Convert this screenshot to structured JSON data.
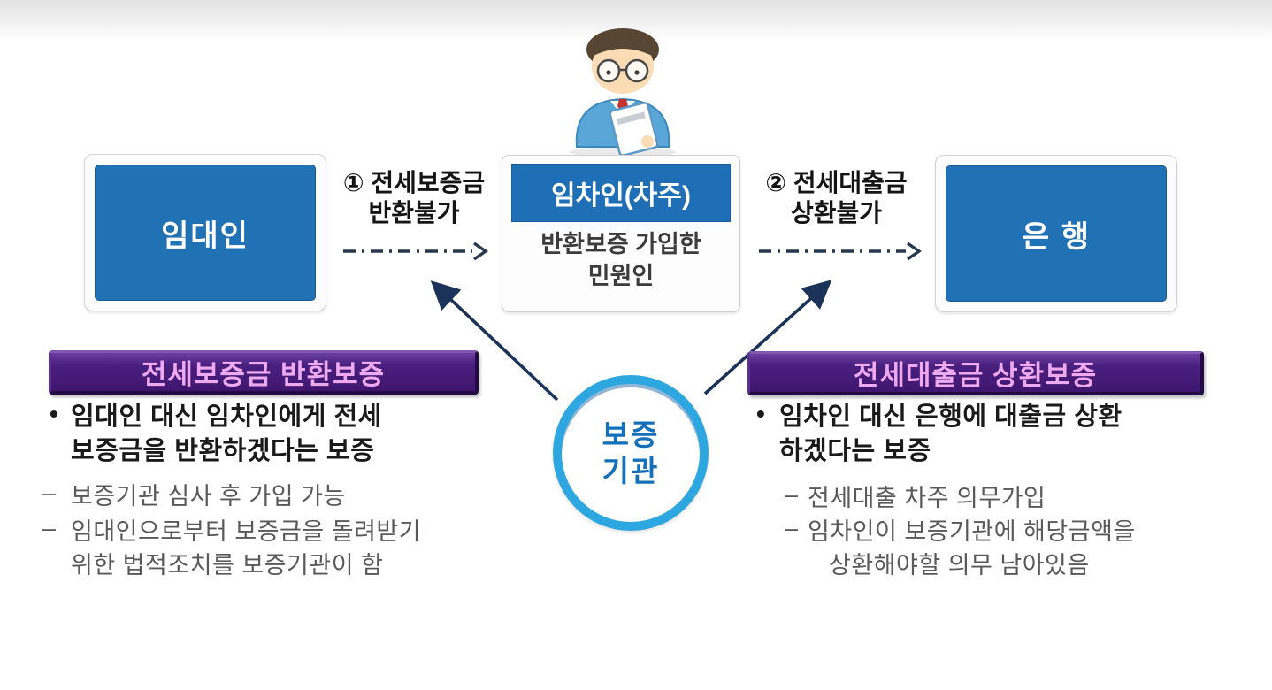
{
  "diagram": {
    "person_icon": "person-with-clipboard",
    "nodes": {
      "landlord": "임대인",
      "tenant_title": "임차인(차주)",
      "tenant_body_line1": "반환보증 가입한",
      "tenant_body_line2": "민원인",
      "bank": "은 행"
    },
    "flows": {
      "flow1_line1": "① 전세보증금",
      "flow1_line2": "반환불가",
      "flow2_line1": "② 전세대출금",
      "flow2_line2": "상환불가"
    },
    "guarantor": {
      "line1": "보증",
      "line2": "기관"
    }
  },
  "panels": {
    "left": {
      "header": "전세보증금 반환보증",
      "bullet": {
        "marker": "•",
        "line1": "임대인 대신 임차인에게 전세",
        "line2": "보증금을 반환하겠다는 보증"
      },
      "items": [
        {
          "marker": "–",
          "line1": "보증기관 심사 후 가입 가능",
          "line2": ""
        },
        {
          "marker": "–",
          "line1": "임대인으로부터 보증금을 돌려받기",
          "line2": "위한 법적조치를 보증기관이 함"
        }
      ]
    },
    "right": {
      "header": "전세대출금 상환보증",
      "bullet": {
        "marker": "•",
        "line1": "임차인 대신 은행에 대출금 상환",
        "line2": "하겠다는 보증"
      },
      "items": [
        {
          "marker": "–",
          "line1": "전세대출 차주 의무가입",
          "line2": ""
        },
        {
          "marker": "–",
          "line1": "임차인이 보증기관에 해당금액을",
          "line2": "상환해야할 의무 남아있음"
        }
      ]
    }
  },
  "colors": {
    "node_blue": "#2171b5",
    "tenant_header_blue": "#1e6fb5",
    "purple_header": "#41176f",
    "purple_header_text": "#efa9ef",
    "circle_stroke_blue": "#2ea7e0",
    "circle_text_blue": "#1470b8",
    "arrow_navy": "#1c3359",
    "dash_text_gray": "#595959",
    "bullet_text_black": "#1a1a1a"
  }
}
